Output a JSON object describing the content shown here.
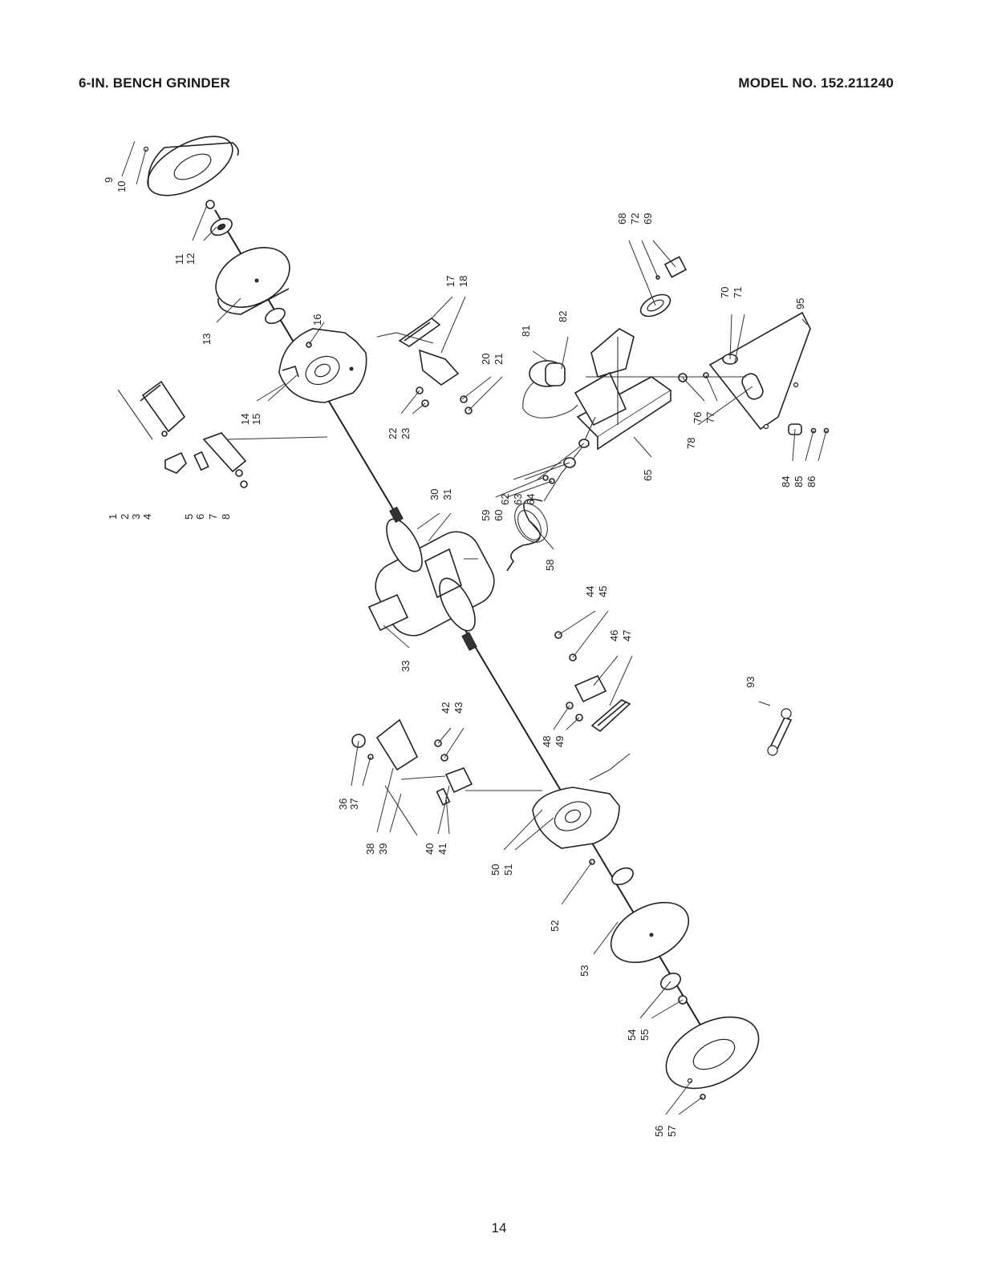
{
  "header": {
    "title": "6-IN. BENCH GRINDER",
    "model": "MODEL NO. 152.211240"
  },
  "footer": {
    "page_number": "14"
  },
  "callouts": [
    "1",
    "2",
    "3",
    "4",
    "5",
    "6",
    "7",
    "8",
    "9",
    "10",
    "11",
    "12",
    "13",
    "14",
    "15",
    "16",
    "17",
    "18",
    "20",
    "21",
    "22",
    "23",
    "30",
    "31",
    "33",
    "36",
    "37",
    "38",
    "39",
    "40",
    "41",
    "42",
    "43",
    "44",
    "45",
    "46",
    "47",
    "48",
    "49",
    "50",
    "51",
    "52",
    "53",
    "54",
    "55",
    "56",
    "57",
    "58",
    "59",
    "60",
    "62",
    "63",
    "64",
    "65",
    "68",
    "69",
    "70",
    "71",
    "72",
    "76",
    "77",
    "78",
    "81",
    "82",
    "84",
    "85",
    "86",
    "93",
    "95"
  ]
}
